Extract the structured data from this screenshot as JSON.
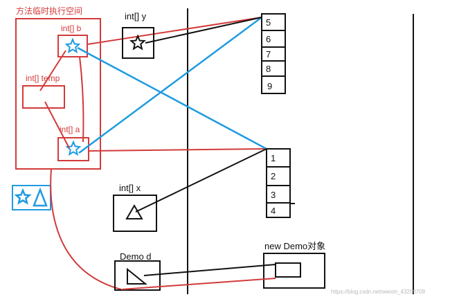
{
  "method_space": {
    "title": "方法临时执行空间",
    "var_b": "int[] b",
    "var_temp": "int[] temp",
    "var_a": "int[] a"
  },
  "stack_vars": {
    "y": "int[] y",
    "x": "int[] x",
    "d": "Demo d"
  },
  "array_top": [
    "5",
    "6",
    "7",
    "8",
    "9"
  ],
  "array_bottom": [
    "1",
    "2",
    "3",
    "4"
  ],
  "demo_object": {
    "label": "new Demo对象"
  },
  "watermark": "https://blog.csdn.net/weixin_43250709",
  "colors": {
    "red": "#d23a3a",
    "blue": "#1e9be0",
    "black": "#111111"
  },
  "icons": [
    "star-icon",
    "triangle-icon"
  ]
}
